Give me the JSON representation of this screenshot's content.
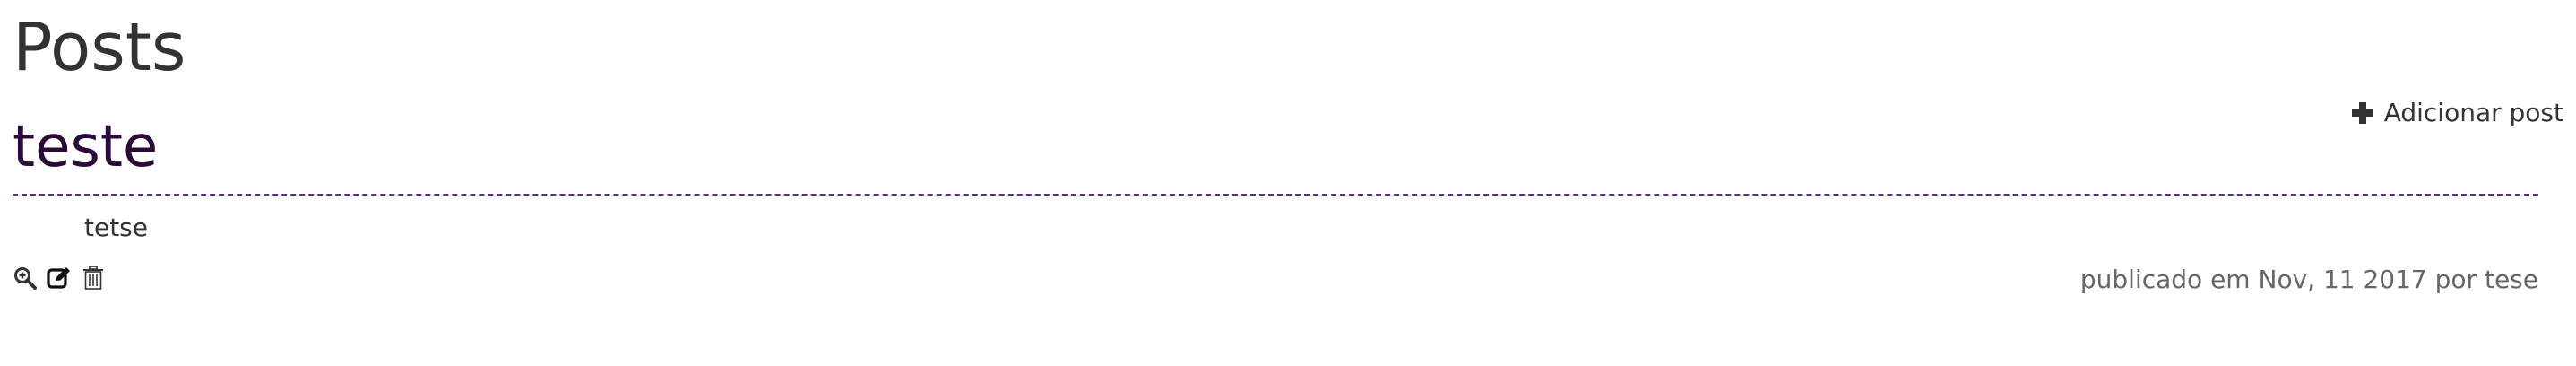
{
  "page": {
    "title": "Posts"
  },
  "toolbar": {
    "add_post_label": "Adicionar post",
    "add_post_icon": "plus-icon"
  },
  "posts": [
    {
      "title": "teste",
      "body": "tetse",
      "meta": {
        "prefix": "publicado em",
        "date": "Nov, 11 2017",
        "by": "por",
        "author": "tese"
      },
      "actions": [
        {
          "name": "view",
          "icon": "zoom-in-icon"
        },
        {
          "name": "edit",
          "icon": "edit-icon"
        },
        {
          "name": "delete",
          "icon": "trash-icon"
        }
      ]
    }
  ],
  "colors": {
    "post_title": "#2a0a3a",
    "divider": "#5a2d8a",
    "text": "#333333",
    "muted": "#666666"
  }
}
